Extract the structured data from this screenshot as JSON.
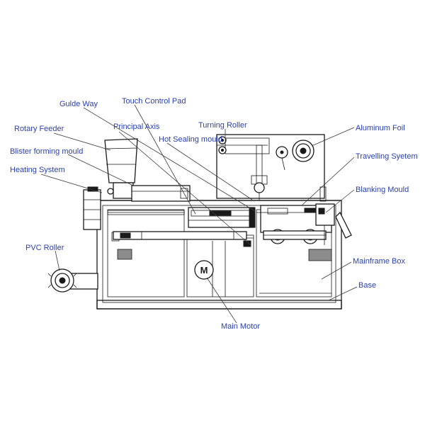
{
  "diagram": {
    "motor_symbol": "M",
    "labels": {
      "guide_way": "Gulde Way",
      "touch_control_pad": "Touch Control Pad",
      "rotary_feeder": "Rotary Feeder",
      "principal_axis": "Principal Axis",
      "turning_roller": "Turning Roller",
      "aluminum_foil": "Aluminum Foil",
      "hot_sealing_mould": "Hot Sealing mould",
      "blister_forming_mould": "Blister forming mould",
      "travelling_system": "Travelling Syetem",
      "heating_system": "Heating System",
      "blanking_mould": "Blanking Mould",
      "pvc_roller": "PVC Roller",
      "mainframe_box": "Mainframe Box",
      "base": "Base",
      "main_motor": "Main Motor"
    }
  }
}
